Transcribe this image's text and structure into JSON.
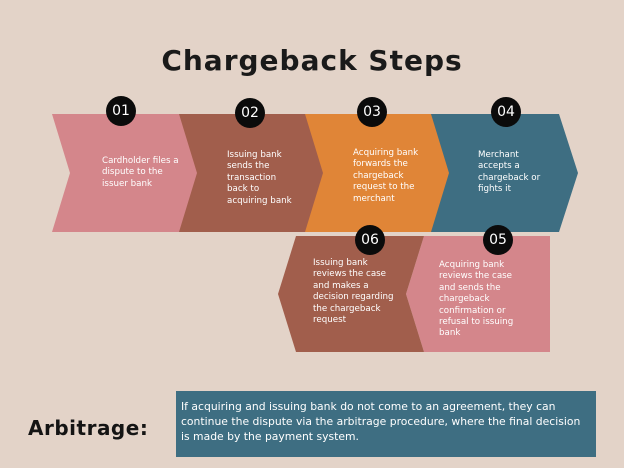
{
  "title": "Chargeback Steps",
  "colors": {
    "pink": "#d4868b",
    "brown": "#a15e4c",
    "orange": "#e08537",
    "teal": "#3e6e82",
    "background": "#e3d3c8",
    "badge": "#0b0b0b"
  },
  "steps": [
    {
      "num": "01",
      "text": "Cardholder files a dispute to the issuer bank",
      "color": "#d4868b"
    },
    {
      "num": "02",
      "text": "Issuing bank sends the transaction back to acquiring bank",
      "color": "#a15e4c"
    },
    {
      "num": "03",
      "text": "Acquiring bank forwards the chargeback request to the merchant",
      "color": "#e08537"
    },
    {
      "num": "04",
      "text": "Merchant accepts a chargeback or fights it",
      "color": "#3e6e82"
    },
    {
      "num": "05",
      "text": "Acquiring bank reviews the case and sends the chargeback confirmation or refusal to issuing bank",
      "color": "#d4868b"
    },
    {
      "num": "06",
      "text": "Issuing bank reviews the case and makes a decision regarding the chargeback request",
      "color": "#a15e4c"
    }
  ],
  "arbitrage": {
    "label": "Arbitrage:",
    "text": "If acquiring and issuing bank do not come to an agreement, they can continue the dispute via the arbitrage procedure, where the final decision is made by the payment system."
  }
}
